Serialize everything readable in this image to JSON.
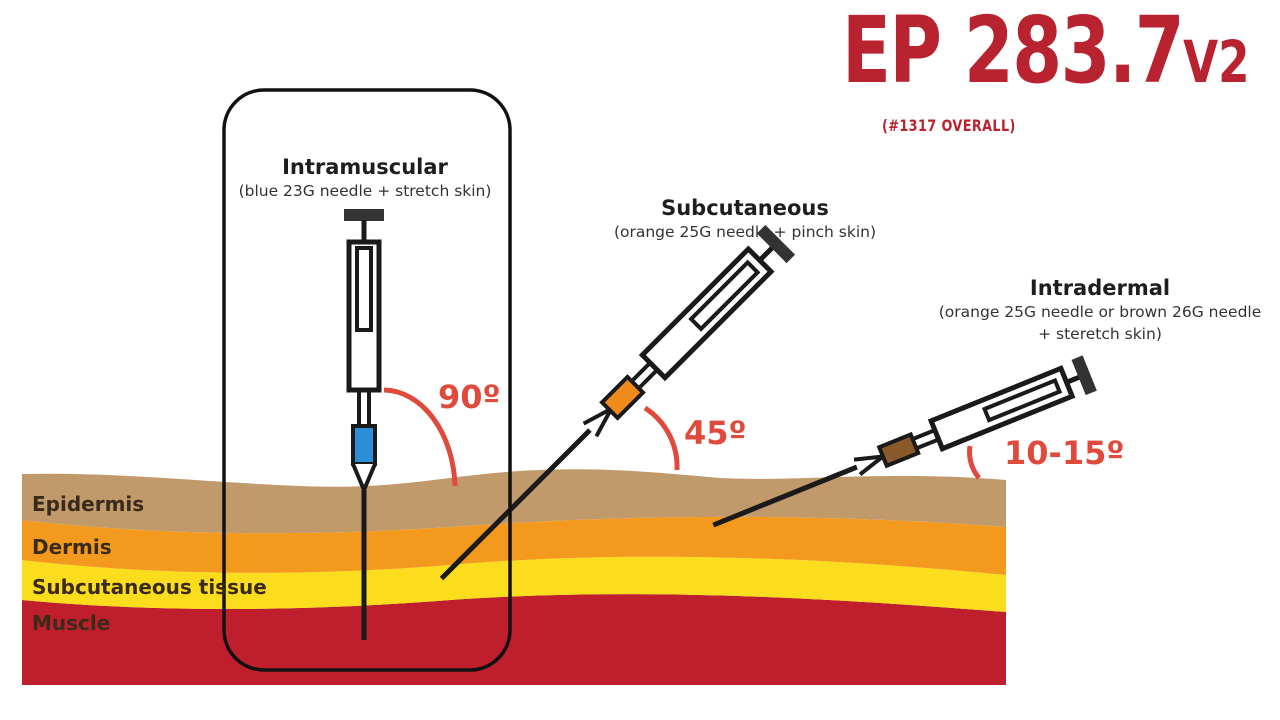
{
  "header": {
    "episode": "EP 283.7",
    "version": "V2",
    "overall": "(#1317 OVERALL)"
  },
  "injections": [
    {
      "title": "Intramuscular",
      "detail": "(blue 23G needle + stretch skin)",
      "angle": "90º",
      "hub_color": "#2b8fd6"
    },
    {
      "title": "Subcutaneous",
      "detail": "(orange 25G needle + pinch skin)",
      "angle": "45º",
      "hub_color": "#f08a1c"
    },
    {
      "title": "Intradermal",
      "detail_line1": "(orange 25G needle or brown 26G needle",
      "detail_line2": "+ steretch skin)",
      "angle": "10-15º",
      "hub_color": "#8a5a2b"
    }
  ],
  "layers": [
    {
      "name": "Epidermis",
      "color": "#c19a6b"
    },
    {
      "name": "Dermis",
      "color": "#f39a1e"
    },
    {
      "name": "Subcutaneous tissue",
      "color": "#fbdd1e"
    },
    {
      "name": "Muscle",
      "color": "#bf1e2d"
    }
  ],
  "colors": {
    "accent": "#b9232f",
    "angle_arc": "#e04a3c",
    "outline": "#1a1a1a"
  }
}
